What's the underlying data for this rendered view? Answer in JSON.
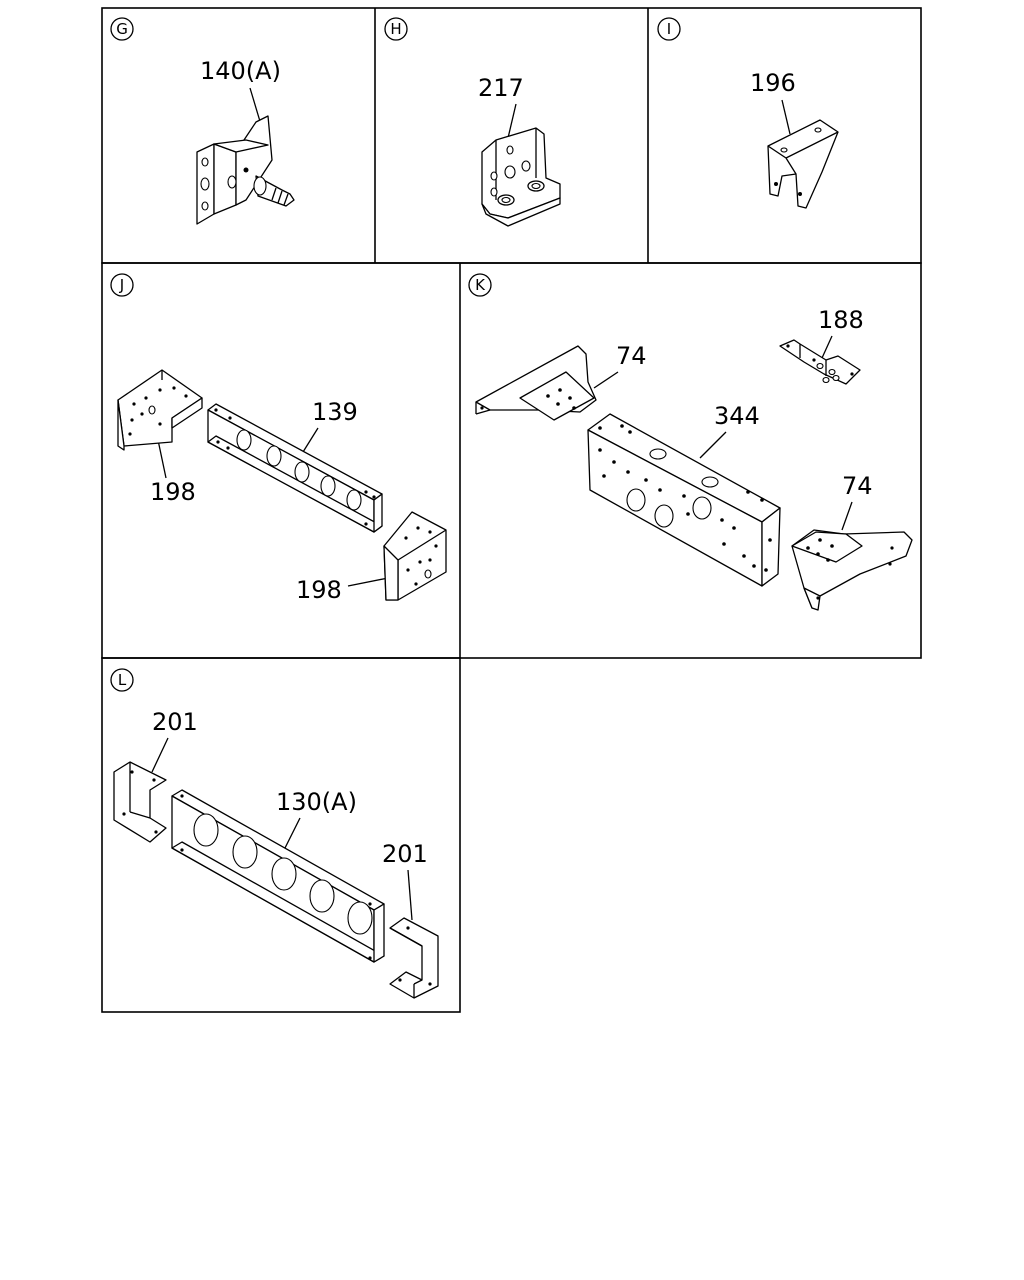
{
  "panels": [
    {
      "id": "G",
      "callouts": [
        "140(A)"
      ]
    },
    {
      "id": "H",
      "callouts": [
        "217"
      ]
    },
    {
      "id": "I",
      "callouts": [
        "196"
      ]
    },
    {
      "id": "J",
      "callouts": [
        "139",
        "198",
        "198"
      ]
    },
    {
      "id": "K",
      "callouts": [
        "74",
        "188",
        "344",
        "74"
      ]
    },
    {
      "id": "L",
      "callouts": [
        "201",
        "130(A)",
        "201"
      ]
    }
  ]
}
